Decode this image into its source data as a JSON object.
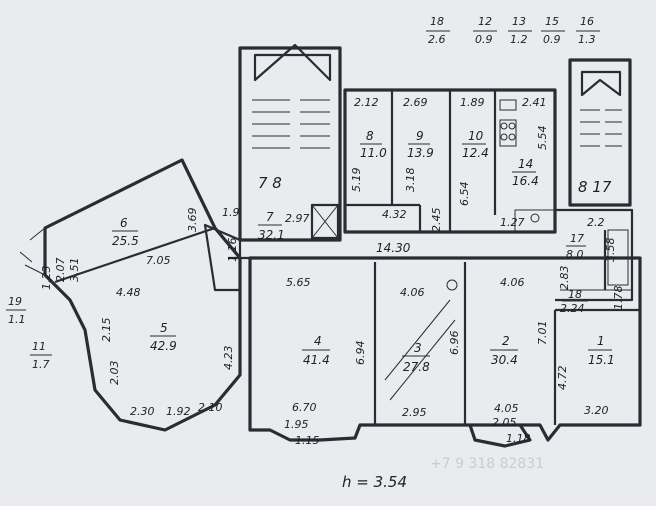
{
  "legend": [
    {
      "room": "18",
      "area": "2.6"
    },
    {
      "room": "12",
      "area": "0.9"
    },
    {
      "room": "13",
      "area": "1.2"
    },
    {
      "room": "15",
      "area": "0.9"
    },
    {
      "room": "16",
      "area": "1.3"
    }
  ],
  "side_notes": [
    {
      "room": "19",
      "area": "1.1"
    },
    {
      "room": "11",
      "area": "1.7"
    }
  ],
  "rooms": [
    {
      "id": "1",
      "area": "15.1"
    },
    {
      "id": "2",
      "area": "30.4"
    },
    {
      "id": "3",
      "area": "27.8"
    },
    {
      "id": "4",
      "area": "41.4"
    },
    {
      "id": "5",
      "area": "42.9"
    },
    {
      "id": "6",
      "area": "25.5"
    },
    {
      "id": "7",
      "area": "32.1"
    },
    {
      "id": "8",
      "area": "11.0"
    },
    {
      "id": "9",
      "area": "13.9"
    },
    {
      "id": "10",
      "area": "12.4"
    },
    {
      "id": "14",
      "area": "16.4"
    },
    {
      "id": "17",
      "area": "8.0"
    },
    {
      "id": "18",
      "area": "2.24"
    }
  ],
  "stair_marks": [
    "7 8",
    "8 17"
  ],
  "dimensions": {
    "r8_top": "2.12",
    "r9_top": "2.69",
    "r10_top": "1.89",
    "r14_top": "2.41",
    "r14_side": "5.54",
    "corr_519": "5.19",
    "corr_318": "3.18",
    "corr_432": "4.32",
    "corr_245": "2.45",
    "corr_654": "6.54",
    "corr_297": "2.97",
    "corr_1430": "14.30",
    "d_127": "1.27",
    "d_22": "2.2",
    "d_358": "3.58",
    "d_283": "2.83",
    "d_178": "1.78",
    "d_19": "1.9",
    "d_116": "1.16",
    "r4_top": "5.65",
    "r3_top": "4.06",
    "r2_top": "4.06",
    "r4_side": "6.94",
    "r3_side": "6.96",
    "r2_side": "7.01",
    "r1_side": "4.72",
    "r4_bot": "6.70",
    "r3_bot": "2.95",
    "r2_bot": "4.05",
    "r1_bot": "3.20",
    "b_195": "1.95",
    "b_115": "1.15",
    "b_205": "2.05",
    "b_118": "1.18",
    "r6_side": "3.69",
    "r6_w": "7.05",
    "r5_top": "4.48",
    "r5_side": "2.15",
    "r5_right": "4.23",
    "r5_l": "2.03",
    "r5_b1": "2.30",
    "r5_b2": "1.92",
    "r5_b3": "2.10",
    "r6_a": "2.07",
    "r6_b": "3.51",
    "r6_c": "1.23"
  },
  "height_note": "h = 3.54",
  "watermark": "+7 9 318 82831"
}
